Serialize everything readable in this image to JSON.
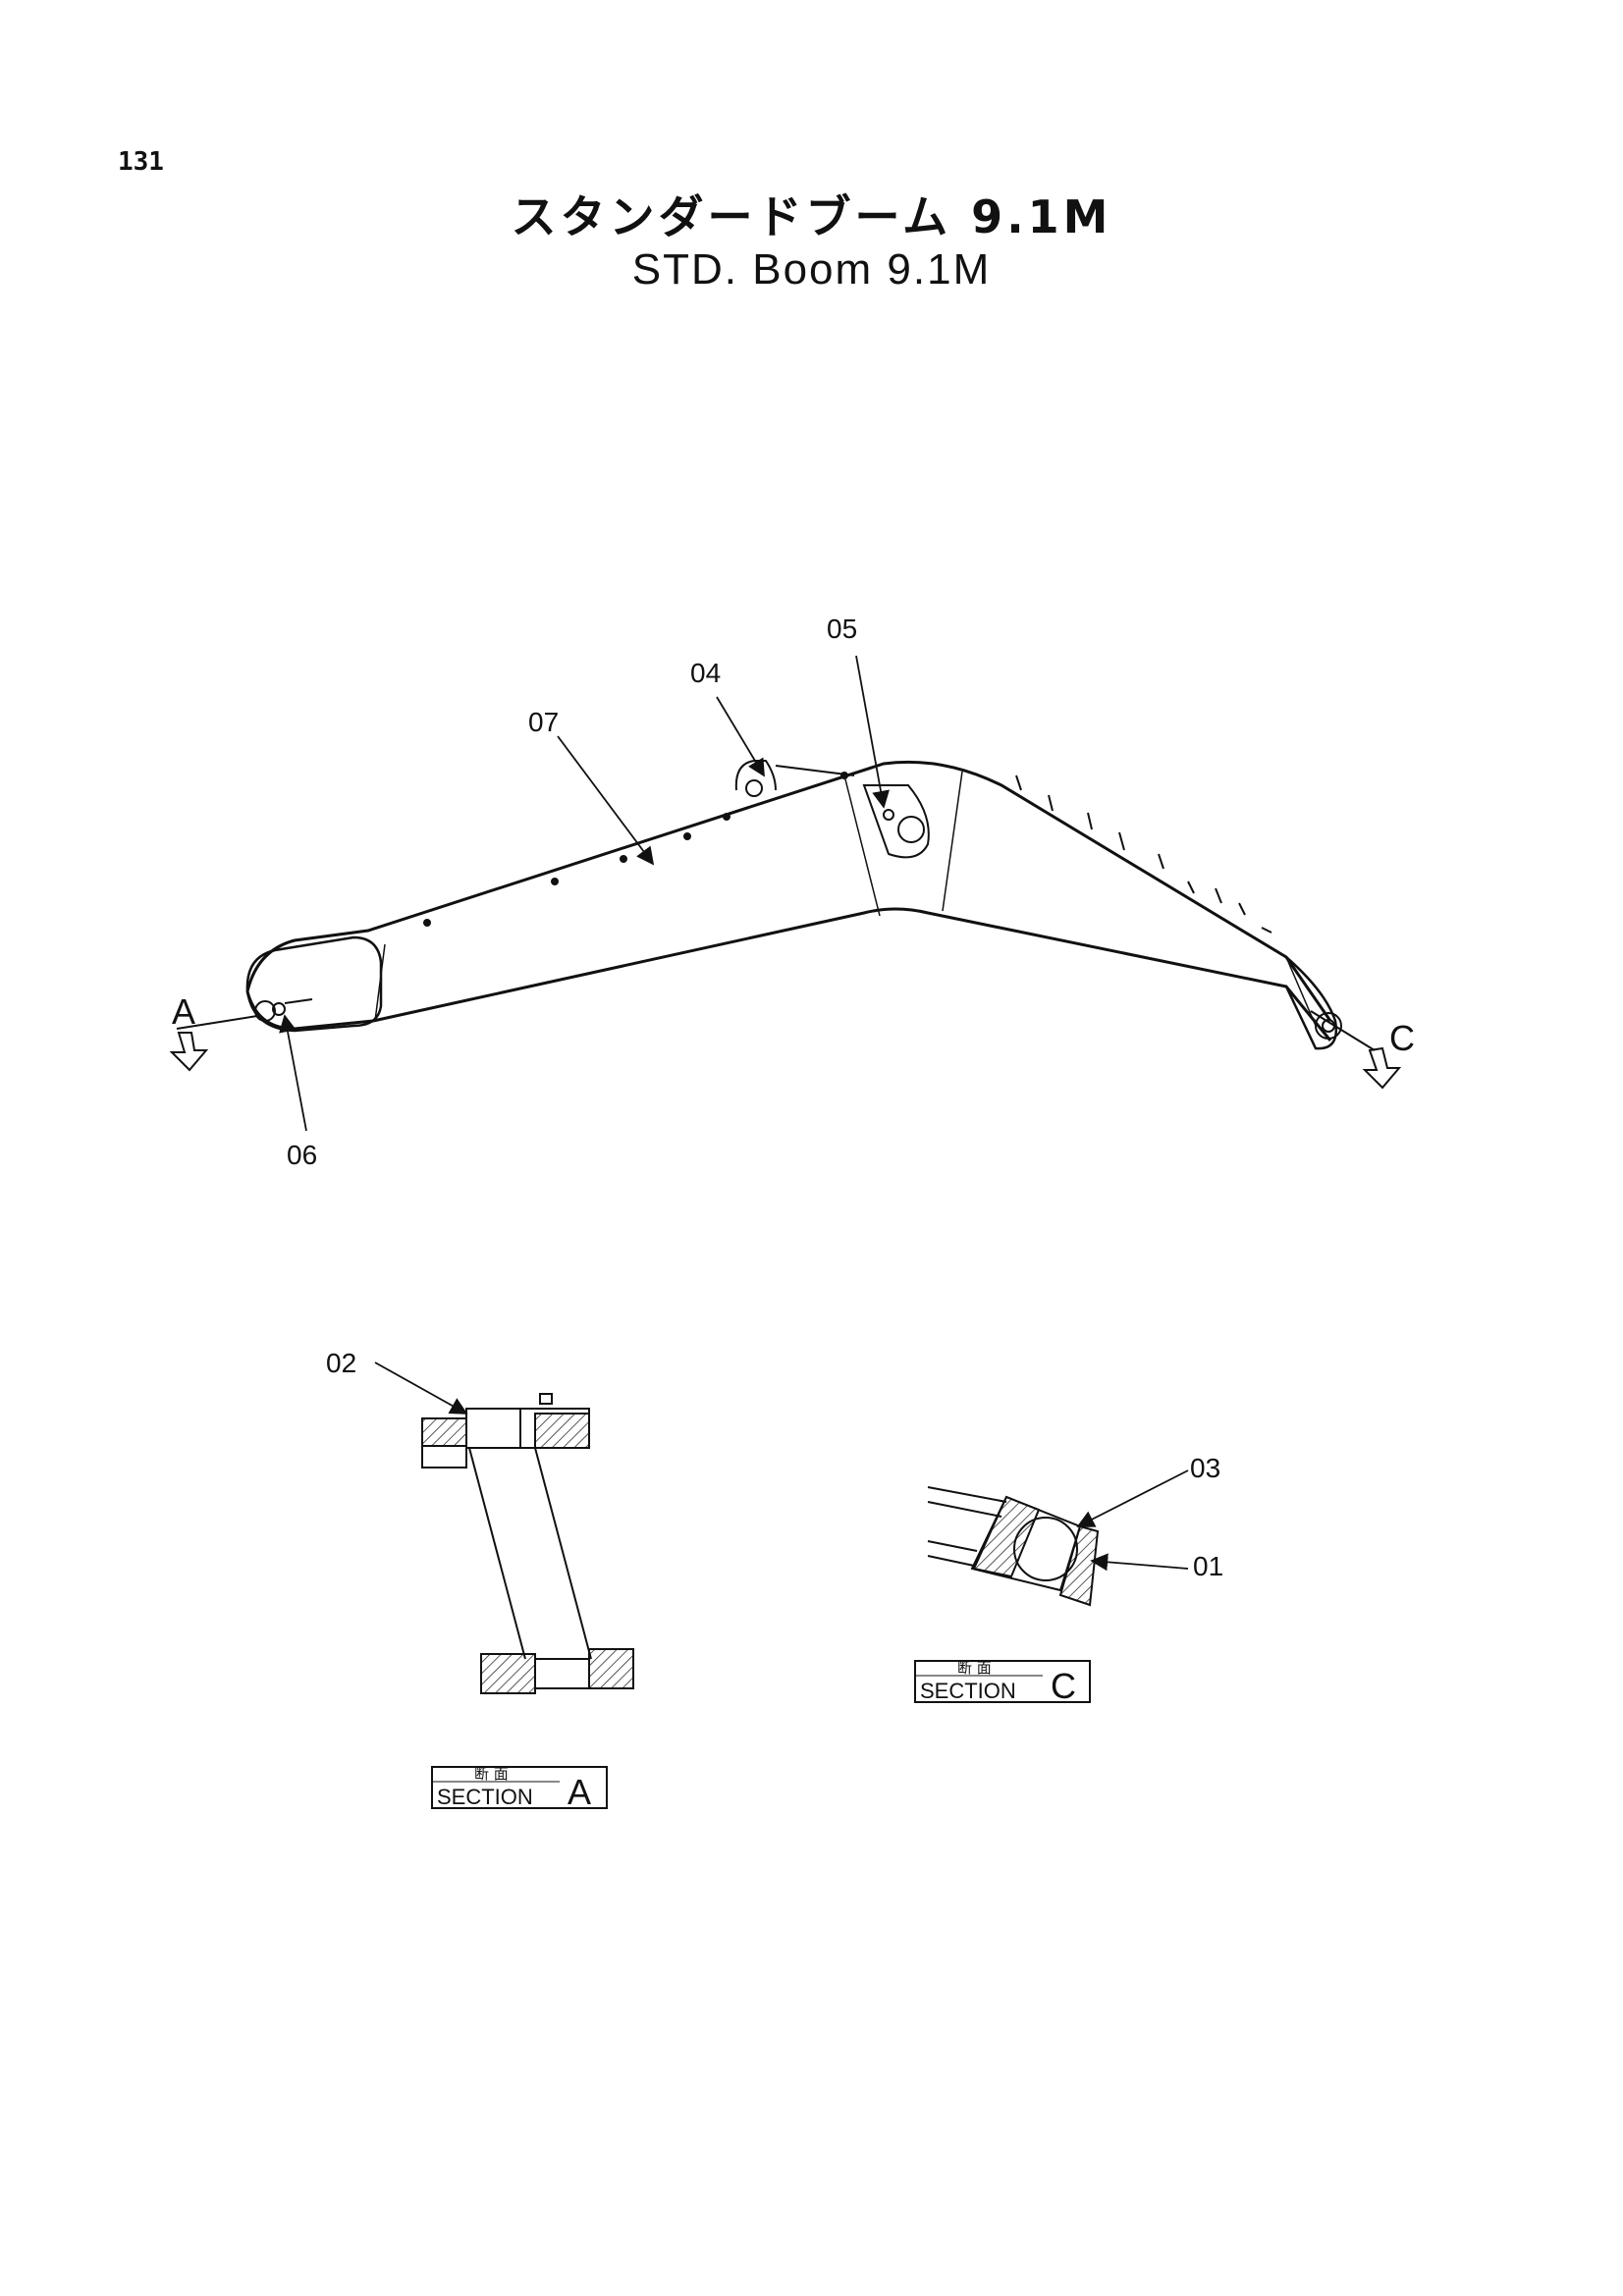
{
  "page_number": "131",
  "title_jp": "スタンダードブーム 9.1M",
  "title_en": "STD. Boom 9.1M",
  "callouts": {
    "c07": "07",
    "c04": "04",
    "c05": "05",
    "c06": "06",
    "c02": "02",
    "c03": "03",
    "c01": "01"
  },
  "view_markers": {
    "a": "A",
    "c": "C"
  },
  "section_a": {
    "jp": "断 面",
    "label": "SECTION",
    "letter": "A"
  },
  "section_c": {
    "jp": "断 面",
    "label": "SECTION",
    "letter": "C"
  }
}
